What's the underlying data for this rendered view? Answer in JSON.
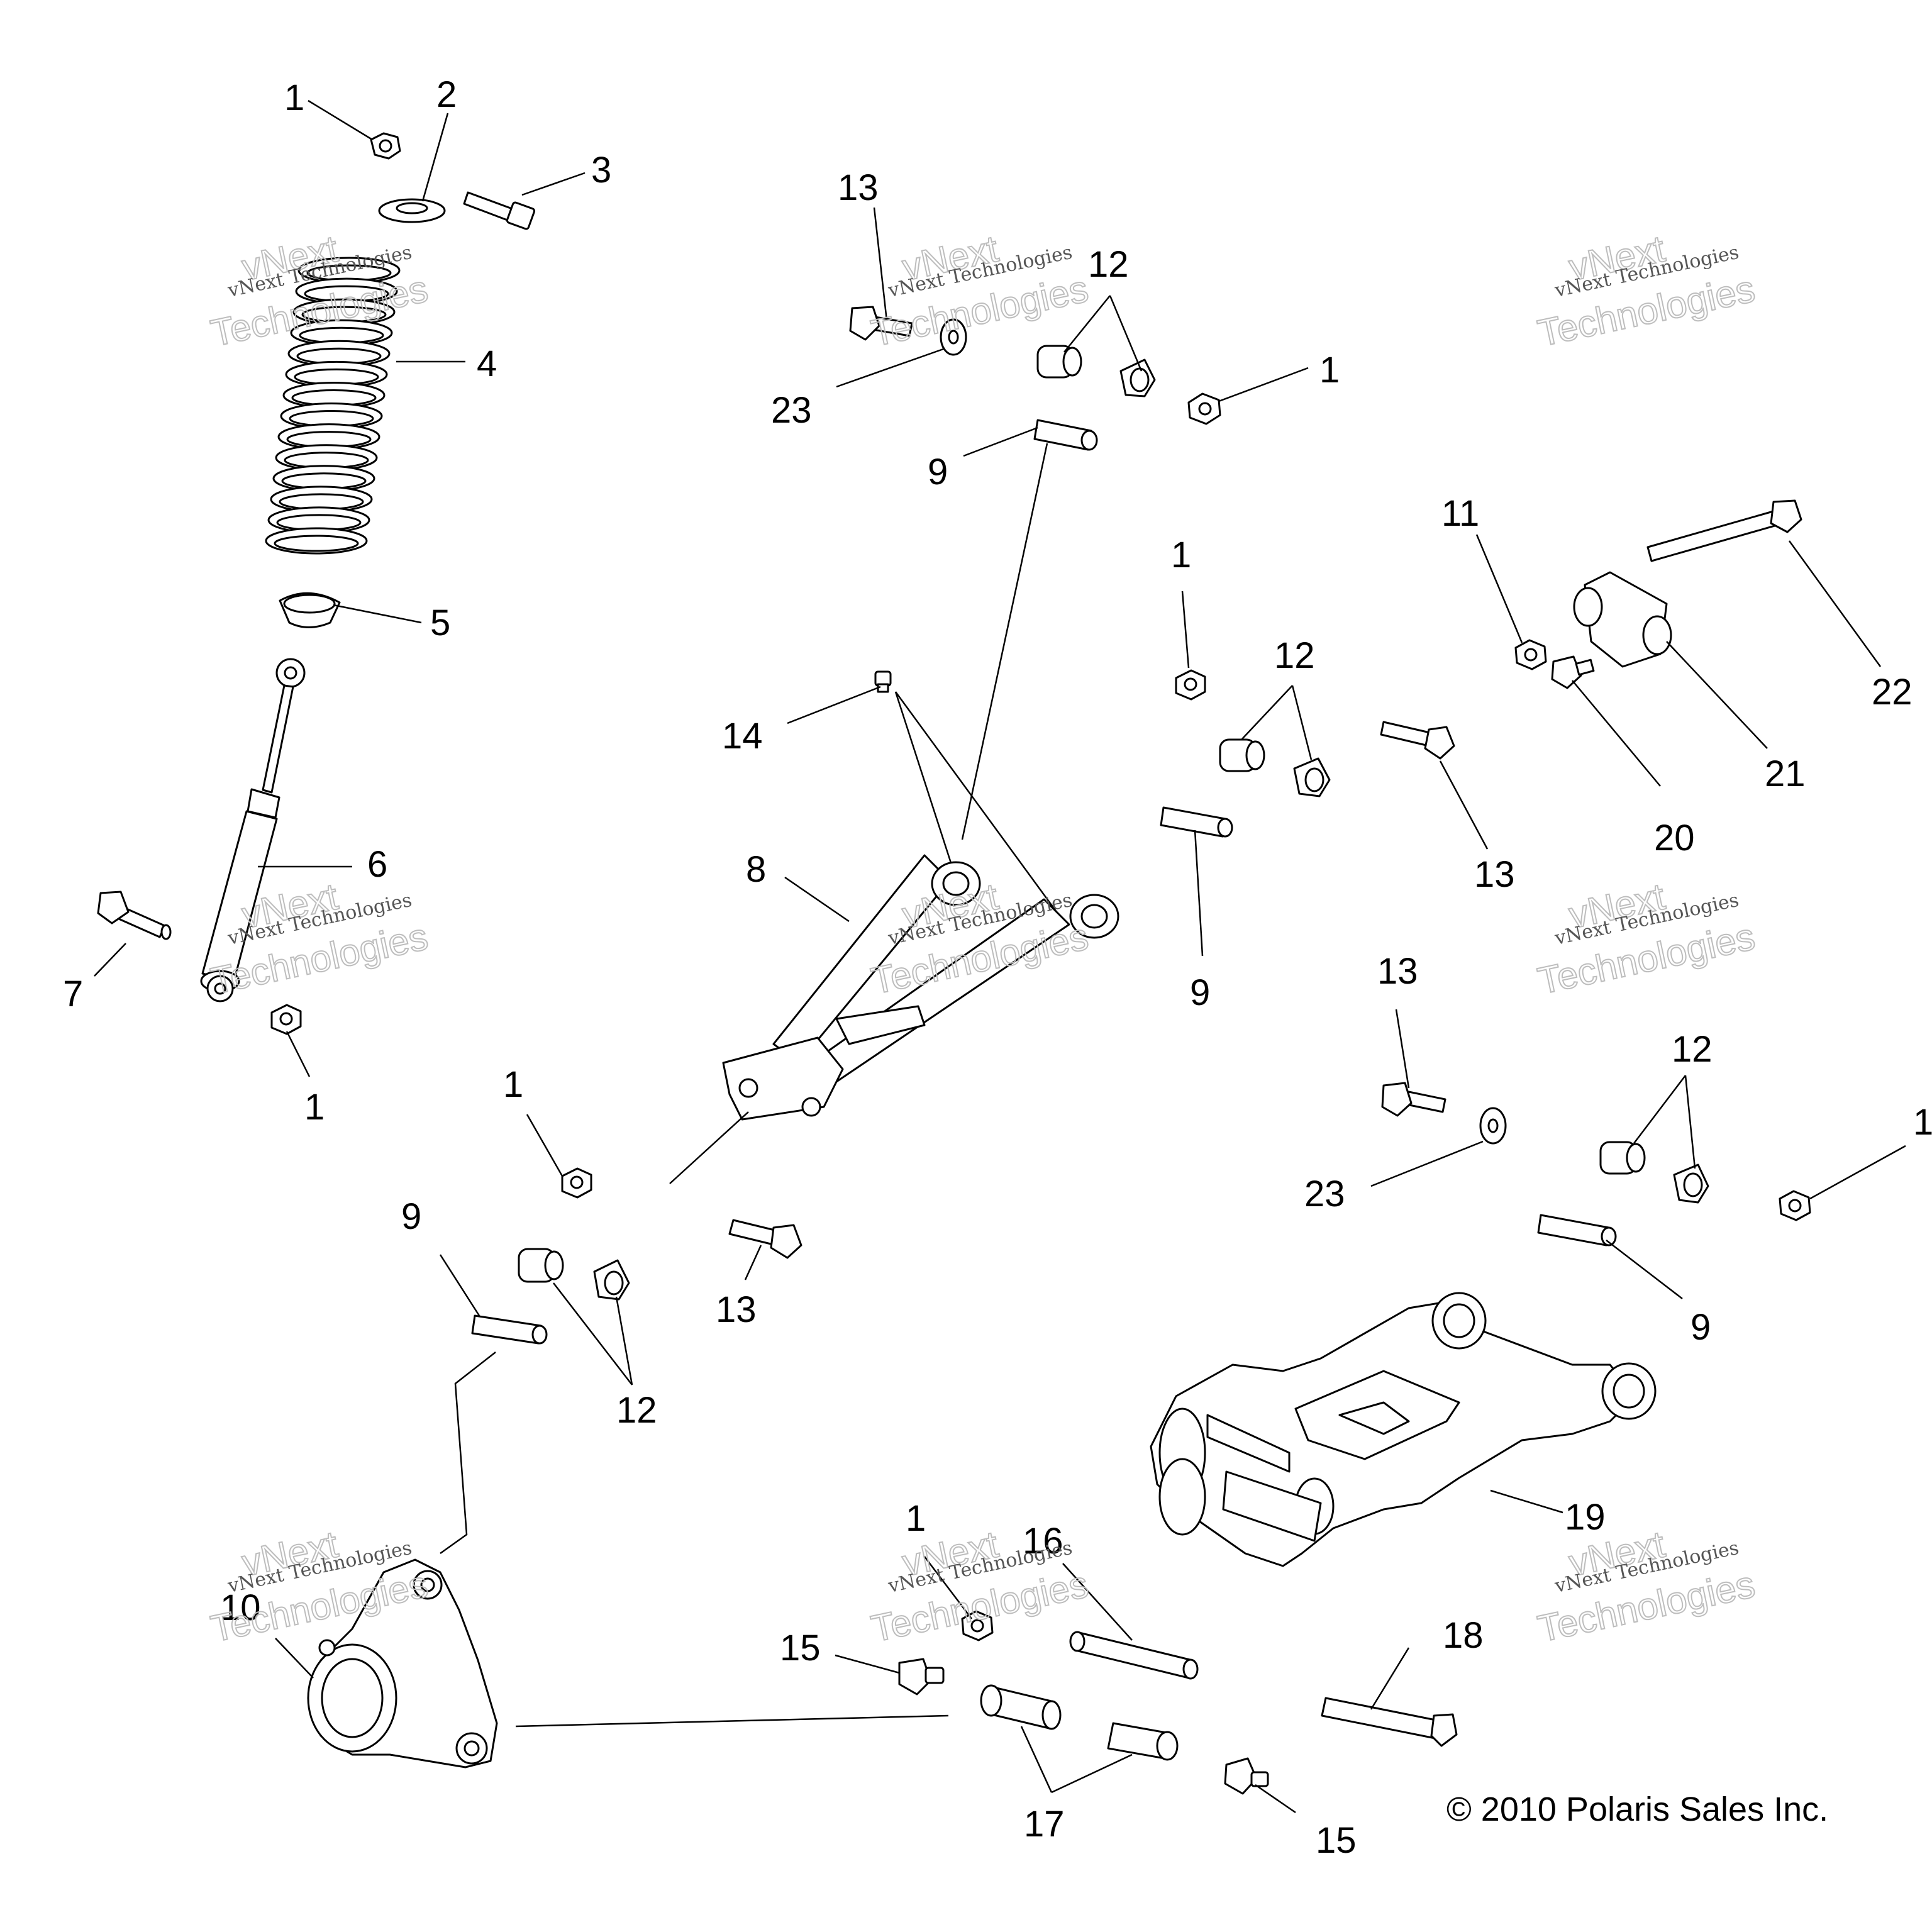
{
  "callouts": [
    "1",
    "2",
    "3",
    "4",
    "5",
    "6",
    "7",
    "8",
    "9",
    "10",
    "11",
    "12",
    "13",
    "14",
    "15",
    "16",
    "17",
    "18",
    "19",
    "20",
    "21",
    "22",
    "23"
  ],
  "watermark": {
    "line1": "vNext Technologies",
    "line2": "vNext",
    "line3": "Technologies"
  },
  "copyright": "© 2010 Polaris Sales Inc."
}
